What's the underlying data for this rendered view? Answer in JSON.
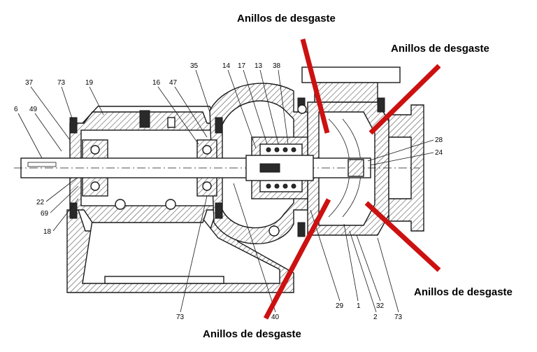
{
  "diagram": {
    "callouts": [
      "Anillos de desgaste",
      "Anillos de desgaste",
      "Anillos de desgaste",
      "Anillos de desgaste"
    ],
    "part_numbers": {
      "p37": "37",
      "p73a": "73",
      "p19": "19",
      "p6": "6",
      "p49": "49",
      "p16": "16",
      "p47": "47",
      "p35": "35",
      "p14": "14",
      "p17": "17",
      "p13": "13",
      "p38": "38",
      "p28": "28",
      "p24": "24",
      "p22": "22",
      "p69": "69",
      "p18": "18",
      "p73b": "73",
      "p40": "40",
      "p29": "29",
      "p1": "1",
      "p2": "2",
      "p32": "32",
      "p73c": "73"
    },
    "colors": {
      "arrow": "#cc1111",
      "line": "#1a1a1a"
    }
  }
}
